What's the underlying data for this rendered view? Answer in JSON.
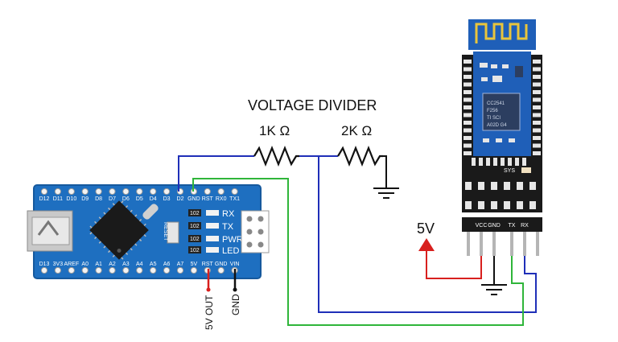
{
  "divider": {
    "title": "VOLTAGE DIVIDER",
    "r1": "1K Ω",
    "r2": "2K Ω"
  },
  "supply": {
    "label": "5V"
  },
  "arduino": {
    "top_pins": [
      "D12",
      "D11",
      "D10",
      "D9",
      "D8",
      "D7",
      "D6",
      "D5",
      "D4",
      "D3",
      "D2",
      "GND",
      "RST",
      "RX0",
      "TX1"
    ],
    "bottom_pins": [
      "D13",
      "3V3",
      "AREF",
      "A0",
      "A1",
      "A2",
      "A3",
      "A4",
      "A5",
      "A6",
      "A7",
      "5V",
      "RST",
      "GND",
      "VIN"
    ],
    "leds": [
      "RX",
      "TX",
      "PWR",
      "LED"
    ],
    "resistor_code": "102",
    "reset_label": "RESET",
    "out_5v": "5V OUT",
    "out_gnd": "GND"
  },
  "hc05": {
    "pins": [
      "VCC",
      "GND",
      "TX",
      "RX"
    ],
    "sys_label": "SYS",
    "chip_lines": [
      "CC2541",
      "F256",
      "TI  SCI",
      "A02D  G4"
    ]
  },
  "colors": {
    "blue_wire": "#1f2fb8",
    "green_wire": "#2fb53a",
    "red_wire": "#d8201e",
    "board_blue": "#1e6fc0",
    "module_black": "#1a1a1a",
    "module_blue": "#1f5fb8"
  }
}
